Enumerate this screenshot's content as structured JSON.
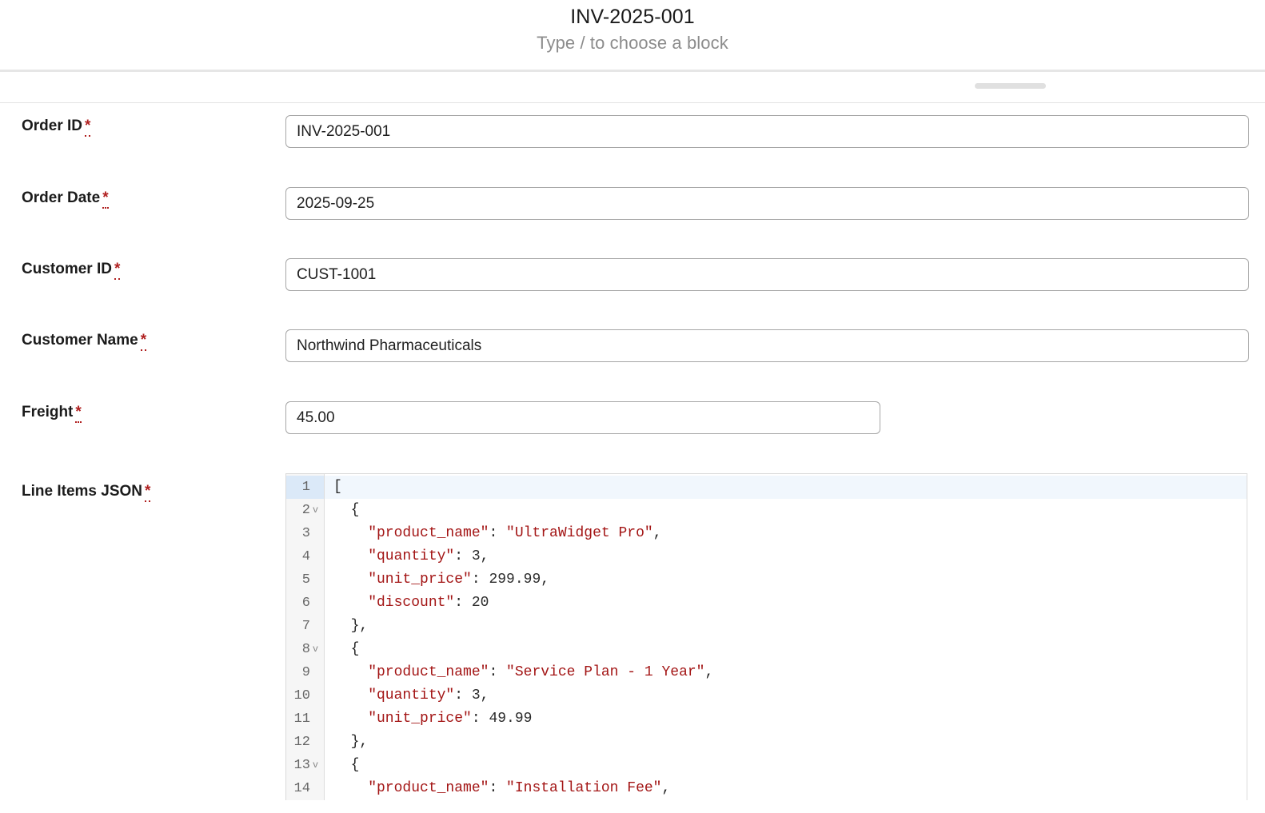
{
  "header": {
    "title": "INV-2025-001",
    "subtitle": "Type / to choose a block"
  },
  "form": {
    "required_marker": "*",
    "fields": [
      {
        "name": "order-id",
        "label": "Order ID",
        "value": "INV-2025-001",
        "placeholder": "",
        "required": true,
        "width": "wide"
      },
      {
        "name": "order-date",
        "label": "Order Date",
        "value": "2025-09-25",
        "placeholder": "",
        "required": true,
        "width": "wide"
      },
      {
        "name": "customer-id",
        "label": "Customer ID",
        "value": "CUST-1001",
        "placeholder": "",
        "required": true,
        "width": "wide"
      },
      {
        "name": "customer-name",
        "label": "Customer Name",
        "value": "Northwind Pharmaceuticals",
        "placeholder": "",
        "required": true,
        "width": "wide"
      },
      {
        "name": "freight",
        "label": "Freight",
        "value": "45.00",
        "placeholder": "",
        "required": true,
        "width": "narrow"
      }
    ],
    "json_field": {
      "name": "line-items-json",
      "label": "Line Items JSON",
      "required": true,
      "active_line": 1,
      "lines": [
        {
          "n": "1",
          "fold": "",
          "tokens": [
            {
              "t": "punct",
              "v": "["
            }
          ]
        },
        {
          "n": "2",
          "fold": "v",
          "tokens": [
            {
              "t": "punct",
              "v": "  {"
            }
          ]
        },
        {
          "n": "3",
          "fold": "",
          "tokens": [
            {
              "t": "key",
              "v": "    \"product_name\""
            },
            {
              "t": "punct",
              "v": ": "
            },
            {
              "t": "str",
              "v": "\"UltraWidget Pro\""
            },
            {
              "t": "punct",
              "v": ","
            }
          ]
        },
        {
          "n": "4",
          "fold": "",
          "tokens": [
            {
              "t": "key",
              "v": "    \"quantity\""
            },
            {
              "t": "punct",
              "v": ": "
            },
            {
              "t": "num",
              "v": "3"
            },
            {
              "t": "punct",
              "v": ","
            }
          ]
        },
        {
          "n": "5",
          "fold": "",
          "tokens": [
            {
              "t": "key",
              "v": "    \"unit_price\""
            },
            {
              "t": "punct",
              "v": ": "
            },
            {
              "t": "num",
              "v": "299.99"
            },
            {
              "t": "punct",
              "v": ","
            }
          ]
        },
        {
          "n": "6",
          "fold": "",
          "tokens": [
            {
              "t": "key",
              "v": "    \"discount\""
            },
            {
              "t": "punct",
              "v": ": "
            },
            {
              "t": "num",
              "v": "20"
            }
          ]
        },
        {
          "n": "7",
          "fold": "",
          "tokens": [
            {
              "t": "punct",
              "v": "  },"
            }
          ]
        },
        {
          "n": "8",
          "fold": "v",
          "tokens": [
            {
              "t": "punct",
              "v": "  {"
            }
          ]
        },
        {
          "n": "9",
          "fold": "",
          "tokens": [
            {
              "t": "key",
              "v": "    \"product_name\""
            },
            {
              "t": "punct",
              "v": ": "
            },
            {
              "t": "str",
              "v": "\"Service Plan - 1 Year\""
            },
            {
              "t": "punct",
              "v": ","
            }
          ]
        },
        {
          "n": "10",
          "fold": "",
          "tokens": [
            {
              "t": "key",
              "v": "    \"quantity\""
            },
            {
              "t": "punct",
              "v": ": "
            },
            {
              "t": "num",
              "v": "3"
            },
            {
              "t": "punct",
              "v": ","
            }
          ]
        },
        {
          "n": "11",
          "fold": "",
          "tokens": [
            {
              "t": "key",
              "v": "    \"unit_price\""
            },
            {
              "t": "punct",
              "v": ": "
            },
            {
              "t": "num",
              "v": "49.99"
            }
          ]
        },
        {
          "n": "12",
          "fold": "",
          "tokens": [
            {
              "t": "punct",
              "v": "  },"
            }
          ]
        },
        {
          "n": "13",
          "fold": "v",
          "tokens": [
            {
              "t": "punct",
              "v": "  {"
            }
          ]
        },
        {
          "n": "14",
          "fold": "",
          "tokens": [
            {
              "t": "key",
              "v": "    \"product_name\""
            },
            {
              "t": "punct",
              "v": ": "
            },
            {
              "t": "str",
              "v": "\"Installation Fee\""
            },
            {
              "t": "punct",
              "v": ","
            }
          ]
        }
      ]
    }
  },
  "colors": {
    "required": "#b02020",
    "json_key": "#a31515",
    "json_string": "#a31515",
    "json_number": "#2b2b2b",
    "active_line": "#f1f7fd",
    "active_gutter": "#dbe9f8"
  }
}
